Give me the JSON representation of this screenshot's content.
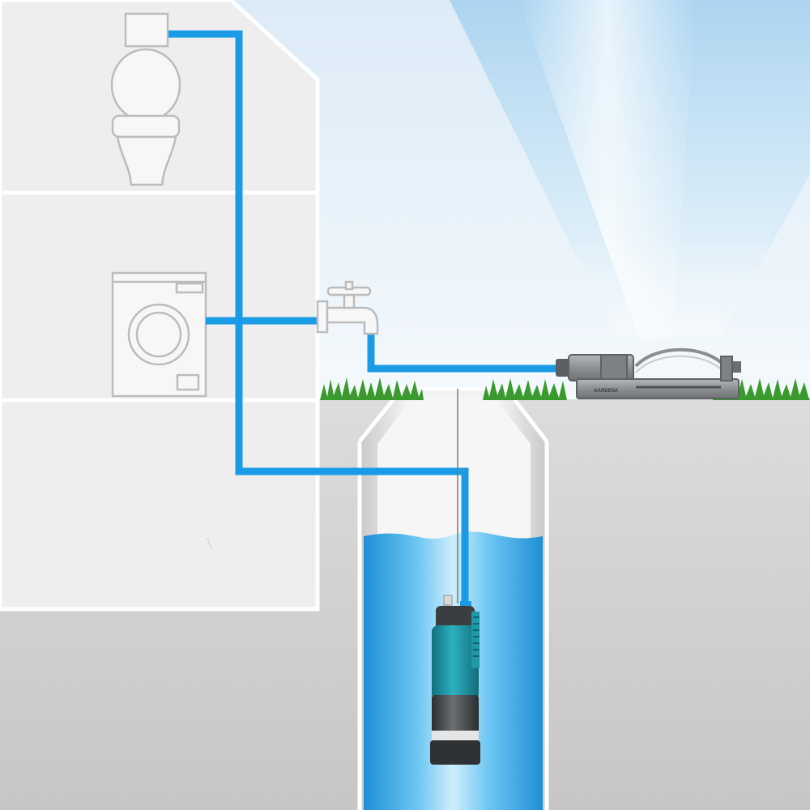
{
  "title": "",
  "brand": {
    "label": "GARDENA"
  },
  "scene": {
    "components": [
      {
        "name": "toilet",
        "icon": "toilet-icon"
      },
      {
        "name": "washing-machine",
        "icon": "washing-machine-icon"
      },
      {
        "name": "outdoor-tap",
        "icon": "tap-icon"
      },
      {
        "name": "oscillating-sprinkler",
        "icon": "sprinkler-icon"
      },
      {
        "name": "submersible-pressure-pump",
        "icon": "pump-icon"
      },
      {
        "name": "well-shaft",
        "icon": "well-icon"
      }
    ]
  },
  "colors": {
    "sky": "#e6f1f9",
    "house_fill": "#efefef",
    "house_line": "#ffffff",
    "ground": "#d4d4d4",
    "pipe": "#1a9be6",
    "water": "#2aa8e8",
    "grass": "#3a9a2e",
    "pump_body": "#1f98a8",
    "pump_dark": "#3e4245",
    "sprinkler": "#8f9396",
    "appliance_line": "#b8b8b8"
  }
}
